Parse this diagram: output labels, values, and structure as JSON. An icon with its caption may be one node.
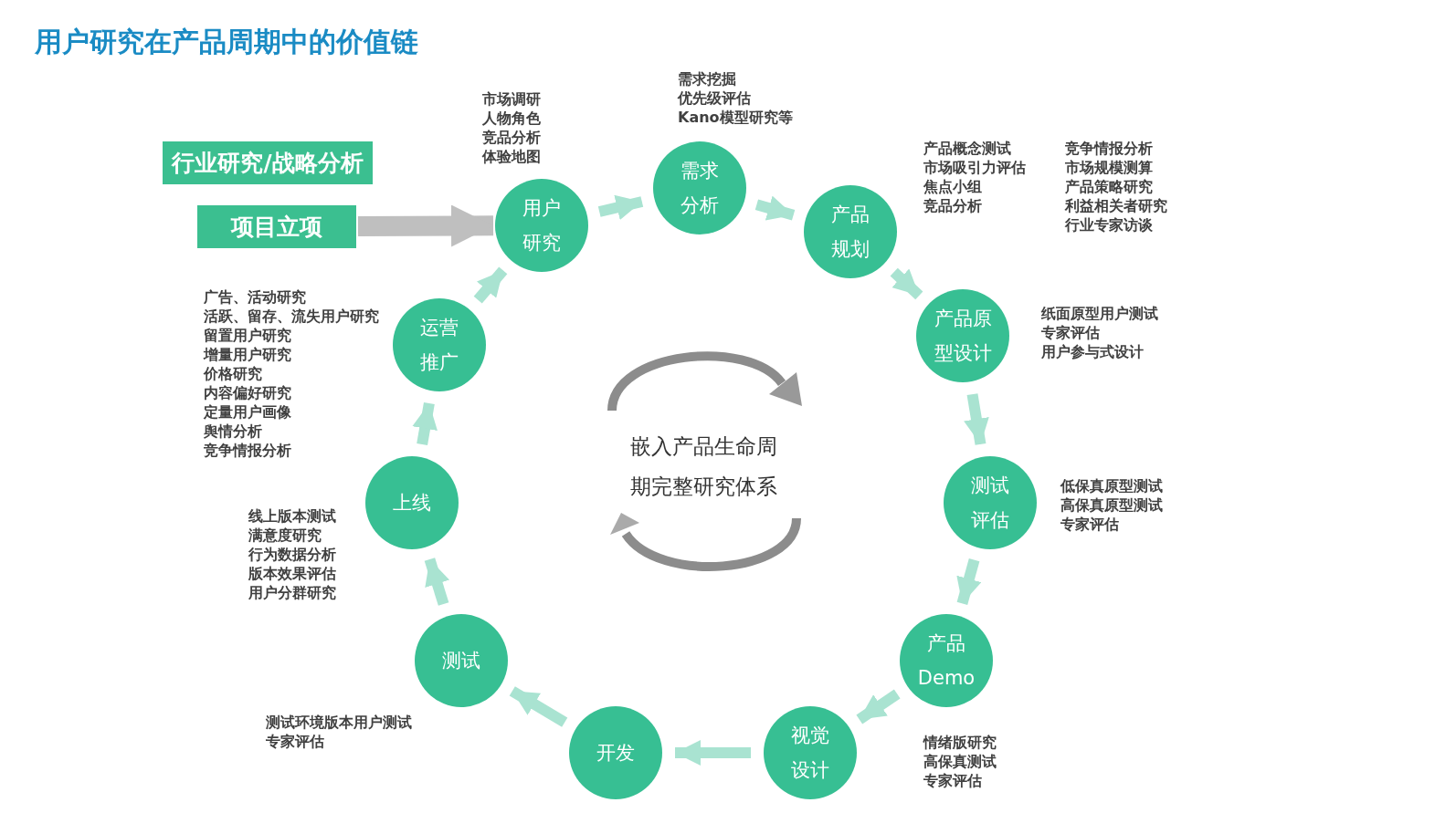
{
  "diagram": {
    "title": "用户研究在产品周期中的价值链",
    "nodes": [
      {
        "text": [
          "行业研究/战略分析"
        ]
      },
      {
        "text": [
          "项目立项"
        ]
      },
      {
        "text": [
          "用户研究"
        ],
        "beside": [
          "市场调研",
          "人物角色",
          "竞品分析",
          "体验地图"
        ]
      },
      {
        "text": [
          "需求分析"
        ],
        "beside": [
          "需求挖掘",
          "优先级评估",
          "Kano模型研究等"
        ]
      },
      {
        "text": [
          "产品规划"
        ],
        "beside": [
          "产品概念测试",
          "市场吸引力评估",
          "焦点小组",
          "竞品分析",
          "竞争情报分析",
          "市场规模测算",
          "产品策略研究",
          "利益相关者研究",
          "行业专家访谈"
        ]
      },
      {
        "text": [
          "产品原型设计"
        ],
        "beside": [
          "纸面原型用户测试",
          "专家评估",
          "用户参与式设计"
        ]
      },
      {
        "text": [
          "测试评估"
        ],
        "beside": [
          "低保真原型测试",
          "高保真原型测试",
          "专家评估"
        ]
      },
      {
        "text": [
          "产品Demo"
        ]
      },
      {
        "text": [
          "视觉设计"
        ],
        "beside": [
          "情绪版研究",
          "高保真测试",
          "专家评估"
        ]
      },
      {
        "text": [
          "开发"
        ]
      },
      {
        "text": [
          "测试"
        ],
        "beside": [
          "测试环境版本用户测试",
          "专家评估"
        ]
      },
      {
        "text": [
          "上线"
        ],
        "beside": [
          "线上版本测试",
          "满意度研究",
          "行为数据分析",
          "版本效果评估",
          "用户分群研究"
        ]
      },
      {
        "text": [
          "运营推广"
        ],
        "beside": [
          "广告、活动研究",
          "活跃、留存、流失用户研究",
          "留置用户研究",
          "增量用户研究",
          "价格研究",
          "内容偏好研究",
          "定量用户画像",
          "舆情分析",
          "竞争情报分析"
        ]
      }
    ],
    "edges": [
      {
        "from": 1,
        "to": 2,
        "arrow": "to",
        "style": "thick",
        "color": "#bfbfbf"
      },
      {
        "from": 2,
        "to": 3,
        "arrow": "to"
      },
      {
        "from": 3,
        "to": 4,
        "arrow": "to"
      },
      {
        "from": 4,
        "to": 5,
        "arrow": "to"
      },
      {
        "from": 5,
        "to": 6,
        "arrow": "to"
      },
      {
        "from": 6,
        "to": 7,
        "arrow": "to"
      },
      {
        "from": 7,
        "to": 8,
        "arrow": "to"
      },
      {
        "from": 8,
        "to": 9,
        "arrow": "to"
      },
      {
        "from": 9,
        "to": 10,
        "arrow": "to"
      },
      {
        "from": 10,
        "to": 11,
        "arrow": "to"
      },
      {
        "from": 11,
        "to": 12,
        "arrow": "to"
      },
      {
        "from": 12,
        "to": 2,
        "arrow": "to"
      }
    ],
    "labels": [
      "嵌入产品生命周期完整研究体系"
    ]
  }
}
